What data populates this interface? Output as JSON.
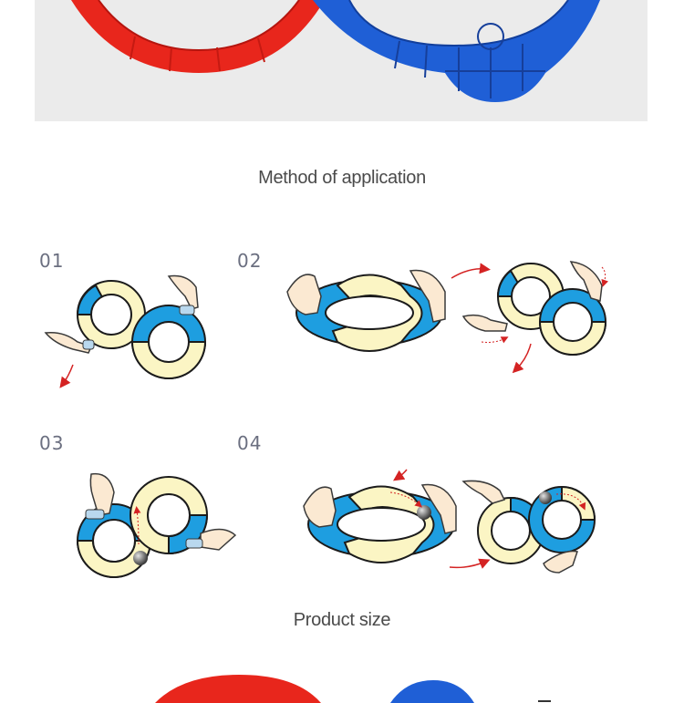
{
  "sections": {
    "method_title": "Method of application",
    "size_title": "Product size"
  },
  "steps": [
    {
      "number": "01"
    },
    {
      "number": "02"
    },
    {
      "number": "03"
    },
    {
      "number": "04"
    }
  ],
  "colors": {
    "ring_red": "#e8261c",
    "ring_blue": "#1f5fd6",
    "ring_cream": "#fbf5c4",
    "ring_sky": "#1e9ee0",
    "arrow_red": "#d42323",
    "hero_bg": "#ebebeb"
  }
}
